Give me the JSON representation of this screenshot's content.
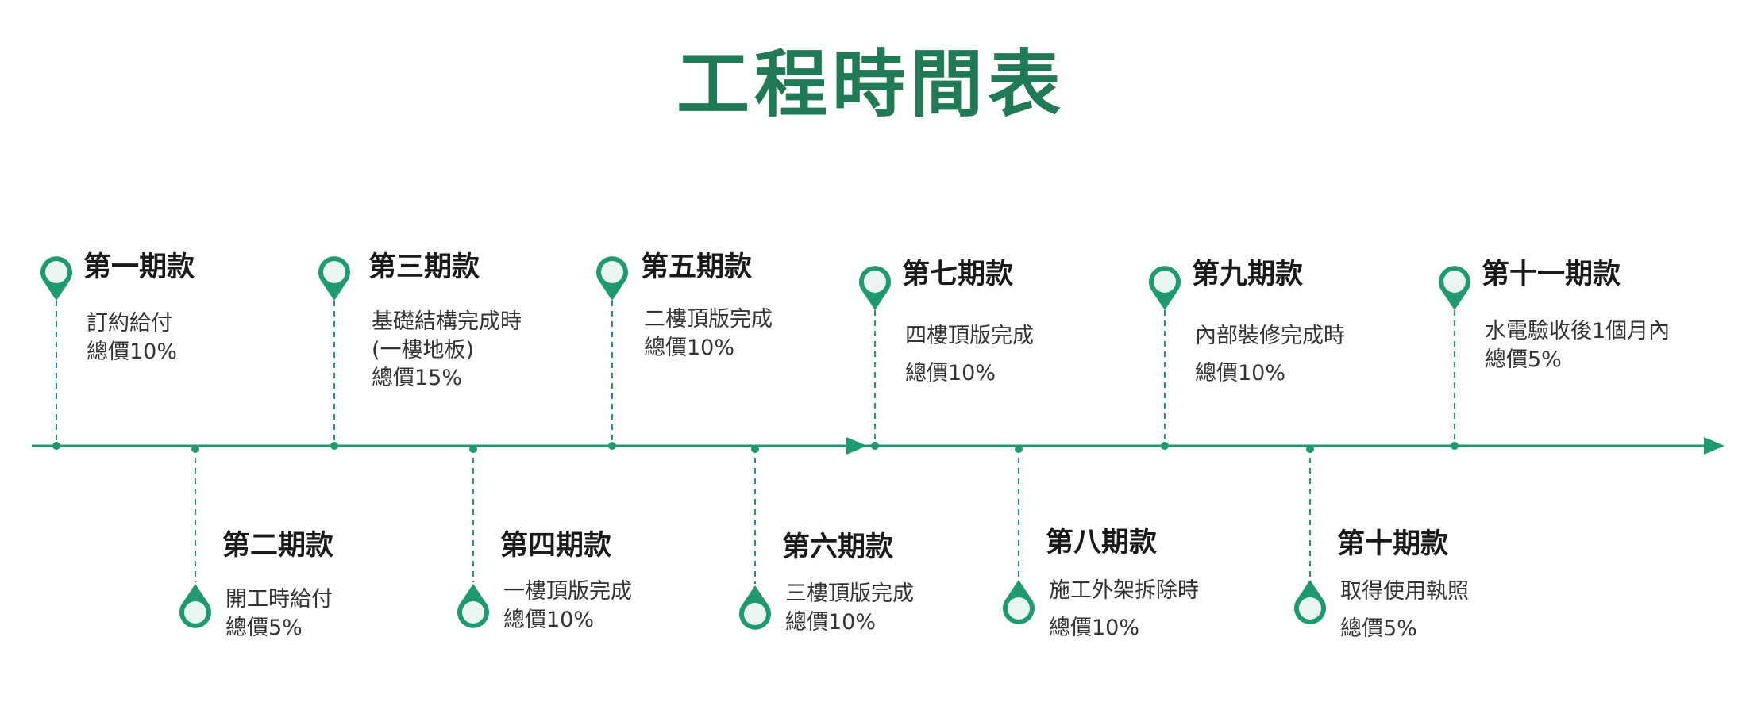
{
  "title": "工程時間表",
  "colors": {
    "accent": "#1f9970",
    "pinFill": "#e9f5ef",
    "titleColor": "#1f7a55"
  },
  "milestones": [
    {
      "id": 1,
      "label": "第一期款",
      "desc": "訂約給付\n總價10%"
    },
    {
      "id": 2,
      "label": "第二期款",
      "desc": "開工時給付\n總價5%"
    },
    {
      "id": 3,
      "label": "第三期款",
      "desc": "基礎結構完成時\n(一樓地板)\n總價15%"
    },
    {
      "id": 4,
      "label": "第四期款",
      "desc": "一樓頂版完成\n總價10%"
    },
    {
      "id": 5,
      "label": "第五期款",
      "desc": "二樓頂版完成\n總價10%"
    },
    {
      "id": 6,
      "label": "第六期款",
      "desc": "三樓頂版完成\n總價10%"
    },
    {
      "id": 7,
      "label": "第七期款",
      "desc": "四樓頂版完成\n總價10%"
    },
    {
      "id": 8,
      "label": "第八期款",
      "desc": "施工外架拆除時\n總價10%"
    },
    {
      "id": 9,
      "label": "第九期款",
      "desc": "內部裝修完成時\n總價10%"
    },
    {
      "id": 10,
      "label": "第十期款",
      "desc": "取得使用執照\n總價5%"
    },
    {
      "id": 11,
      "label": "第十一期款",
      "desc": "水電驗收後1個月內\n總價5%"
    }
  ]
}
